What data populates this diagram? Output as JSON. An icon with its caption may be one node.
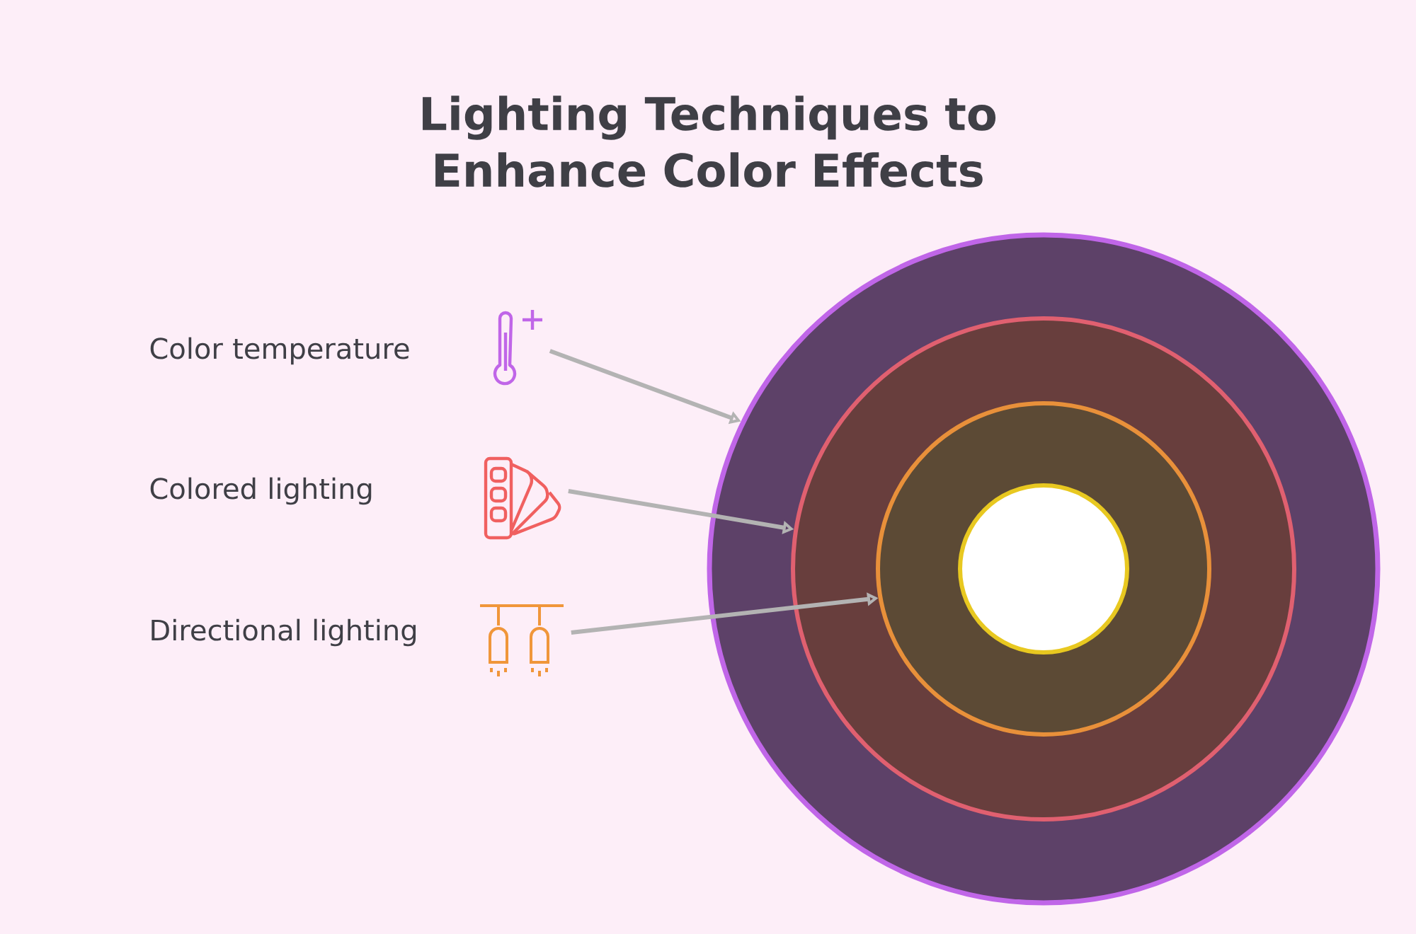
{
  "diagram": {
    "title": "Lighting Techniques to Enhance Color Effects",
    "nodes": [
      {
        "text": [
          "Color temperature"
        ]
      },
      {
        "text": [
          "Colored lighting"
        ]
      },
      {
        "text": [
          "Directional lighting"
        ]
      },
      {
        "text": [],
        "shape": "circle"
      },
      {
        "text": [],
        "shape": "circle",
        "in": 3
      },
      {
        "text": [],
        "shape": "circle",
        "in": 4
      },
      {
        "text": [],
        "shape": "circle",
        "in": 5
      }
    ],
    "edges": [
      {
        "from": 0,
        "to": 3,
        "arrow": "to"
      },
      {
        "from": 1,
        "to": 4,
        "arrow": "to"
      },
      {
        "from": 2,
        "to": 5,
        "arrow": "to"
      }
    ]
  }
}
